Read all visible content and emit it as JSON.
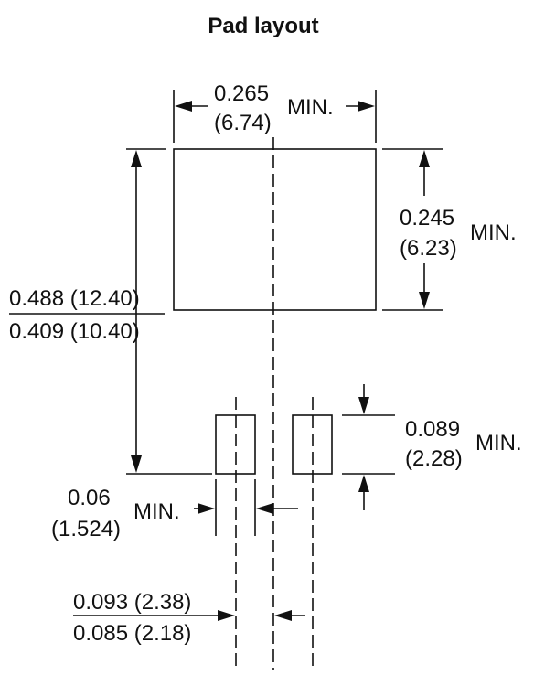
{
  "title": "Pad layout",
  "dimensions": {
    "pad_width": {
      "inch": "0.265",
      "mm": "(6.74)",
      "qualifier": "MIN."
    },
    "pad_height": {
      "inch": "0.245",
      "mm": "(6.23)",
      "qualifier": "MIN."
    },
    "total_height": {
      "max": "0.488 (12.40)",
      "min": "0.409 (10.40)"
    },
    "lead_pad_height": {
      "inch": "0.089",
      "mm": "(2.28)",
      "qualifier": "MIN."
    },
    "lead_pad_width": {
      "inch": "0.06",
      "mm": "(1.524)",
      "qualifier": "MIN."
    },
    "lead_pitch": {
      "max": "0.093 (2.38)",
      "min": "0.085 (2.18)"
    }
  }
}
